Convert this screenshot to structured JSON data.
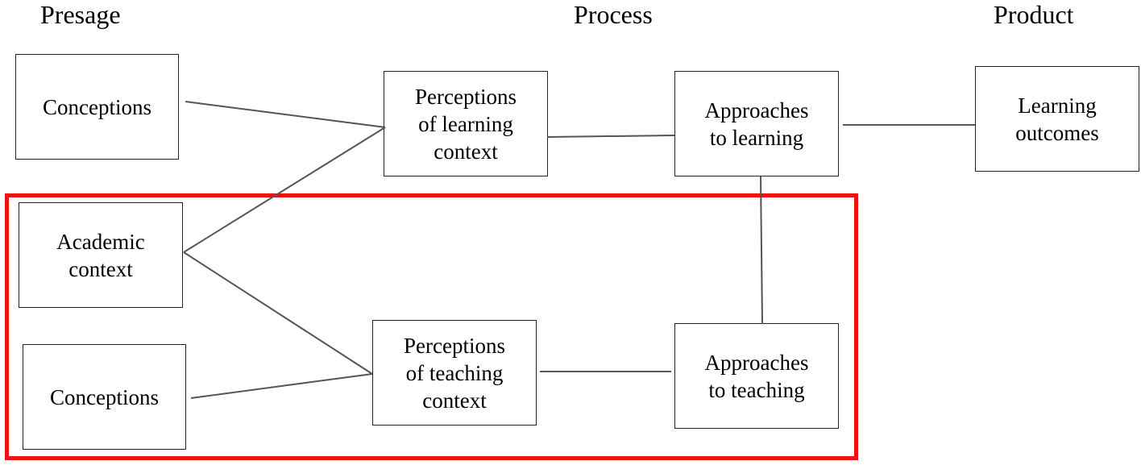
{
  "headers": {
    "presage": "Presage",
    "process": "Process",
    "product": "Product"
  },
  "boxes": {
    "conceptions_learning": "Conceptions",
    "academic_context": "Academic\ncontext",
    "conceptions_teaching": "Conceptions",
    "perceptions_learning": "Perceptions\nof learning\ncontext",
    "perceptions_teaching": "Perceptions\nof teaching\ncontext",
    "approaches_learning": "Approaches\nto learning",
    "approaches_teaching": "Approaches\nto teaching",
    "learning_outcomes": "Learning\noutcomes"
  },
  "colors": {
    "highlight_border": "#ee1111",
    "line": "#555555"
  }
}
